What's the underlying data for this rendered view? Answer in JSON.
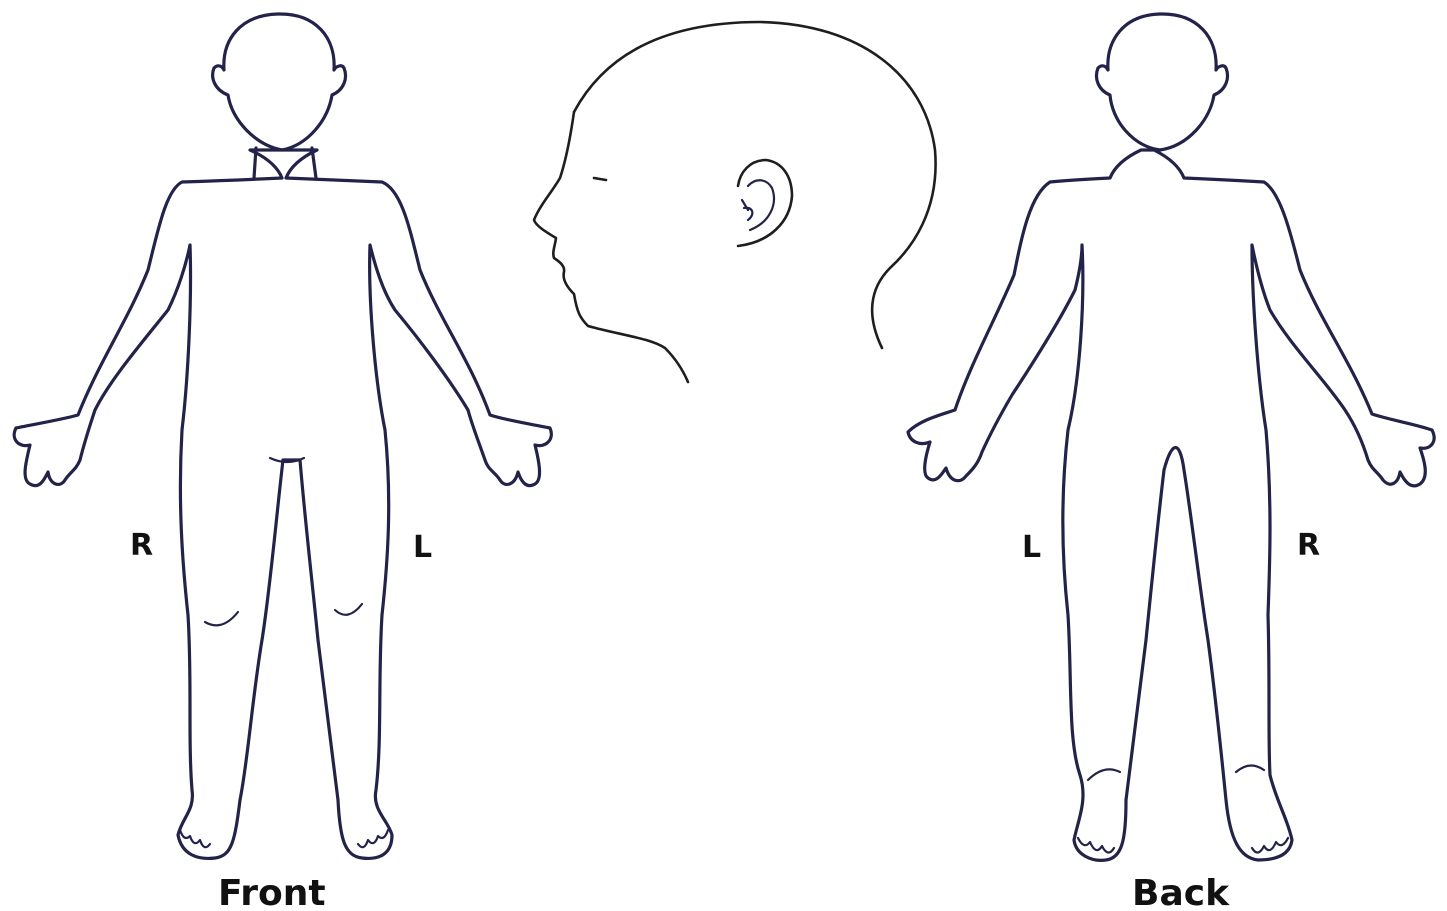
{
  "labels": {
    "front_right": "R",
    "front_left": "L",
    "front_caption": "Front",
    "back_left": "L",
    "back_right": "R",
    "back_caption": "Back"
  },
  "colors": {
    "outline": "#23234a",
    "head_outline": "#1e1e1e",
    "text": "#111111",
    "background": "#ffffff"
  }
}
